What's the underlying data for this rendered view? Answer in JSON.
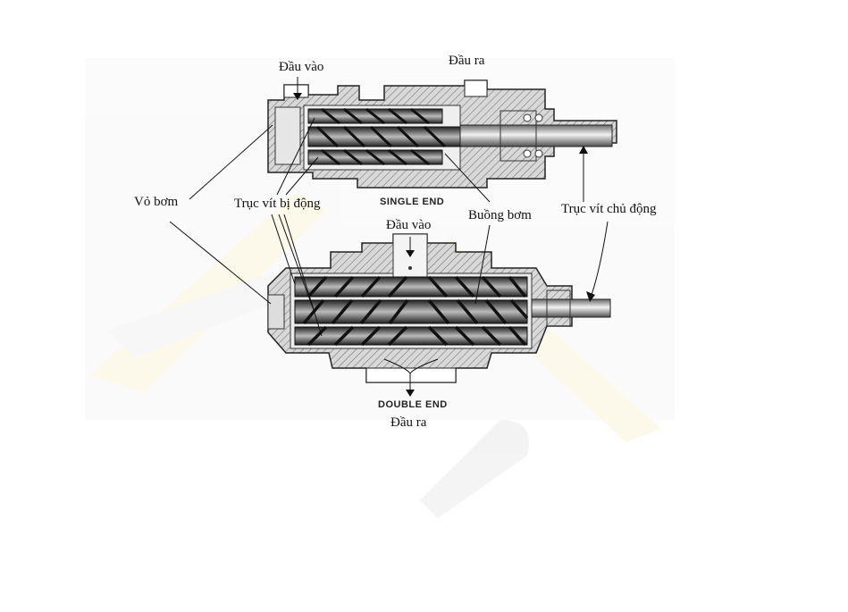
{
  "labels": {
    "inlet_top": "Đầu vào",
    "outlet_top": "Đầu ra",
    "casing": "Vỏ bơm",
    "idler_screws": "Trục vít bị động",
    "chamber": "Buồng bơm",
    "drive_screw": "Trục vít chủ động",
    "inlet_bottom": "Đầu vào",
    "outlet_bottom": "Đầu ra"
  },
  "captions": {
    "single": "SINGLE END",
    "double": "DOUBLE END"
  }
}
